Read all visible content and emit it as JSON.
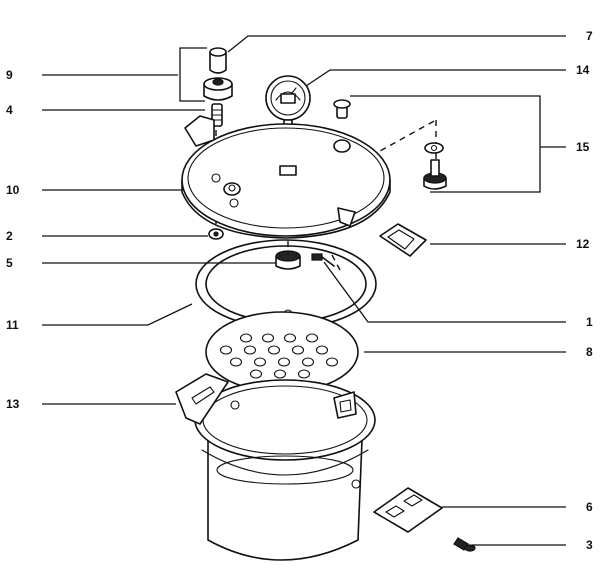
{
  "colors": {
    "ink": "#111111",
    "paper": "#ffffff"
  },
  "callouts": [
    {
      "id": "7",
      "label": "7"
    },
    {
      "id": "9",
      "label": "9"
    },
    {
      "id": "14",
      "label": "14"
    },
    {
      "id": "4",
      "label": "4"
    },
    {
      "id": "15",
      "label": "15"
    },
    {
      "id": "10",
      "label": "10"
    },
    {
      "id": "2",
      "label": "2"
    },
    {
      "id": "12",
      "label": "12"
    },
    {
      "id": "5",
      "label": "5"
    },
    {
      "id": "11",
      "label": "11"
    },
    {
      "id": "1",
      "label": "1"
    },
    {
      "id": "8",
      "label": "8"
    },
    {
      "id": "13",
      "label": "13"
    },
    {
      "id": "6",
      "label": "6"
    },
    {
      "id": "3",
      "label": "3"
    }
  ]
}
